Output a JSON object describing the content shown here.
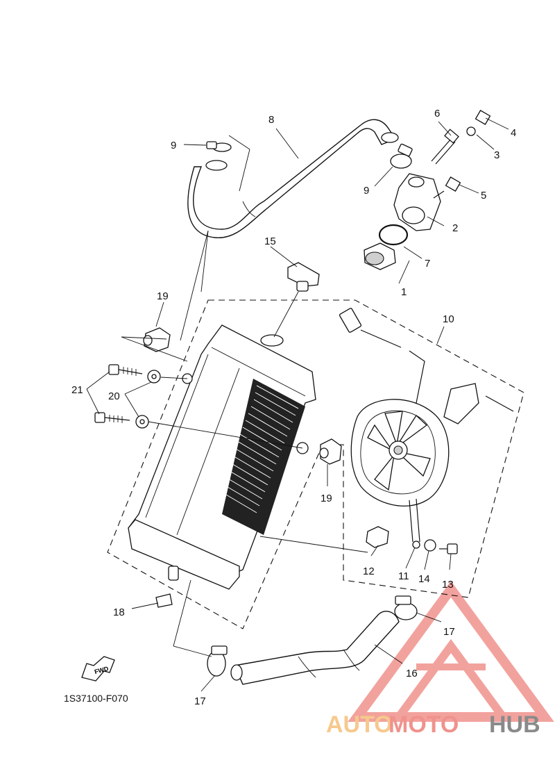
{
  "diagram": {
    "code": "1S37100-F070",
    "fwd_label": "FWD",
    "labels": [
      {
        "id": "label-1",
        "text": "1"
      },
      {
        "id": "label-2",
        "text": "2"
      },
      {
        "id": "label-3",
        "text": "3"
      },
      {
        "id": "label-4",
        "text": "4"
      },
      {
        "id": "label-5",
        "text": "5"
      },
      {
        "id": "label-6",
        "text": "6"
      },
      {
        "id": "label-7",
        "text": "7"
      },
      {
        "id": "label-8",
        "text": "8"
      },
      {
        "id": "label-9a",
        "text": "9"
      },
      {
        "id": "label-9b",
        "text": "9"
      },
      {
        "id": "label-10",
        "text": "10"
      },
      {
        "id": "label-11",
        "text": "11"
      },
      {
        "id": "label-12",
        "text": "12"
      },
      {
        "id": "label-13",
        "text": "13"
      },
      {
        "id": "label-14",
        "text": "14"
      },
      {
        "id": "label-15",
        "text": "15"
      },
      {
        "id": "label-16",
        "text": "16"
      },
      {
        "id": "label-17a",
        "text": "17"
      },
      {
        "id": "label-17b",
        "text": "17"
      },
      {
        "id": "label-18",
        "text": "18"
      },
      {
        "id": "label-19a",
        "text": "19"
      },
      {
        "id": "label-19b",
        "text": "19"
      },
      {
        "id": "label-20",
        "text": "20"
      },
      {
        "id": "label-21",
        "text": "21"
      }
    ]
  },
  "watermark": {
    "part1": "AUTO",
    "part2": "MOTO",
    "part3": "HUB",
    "color_light": "#f6c98d",
    "color_red": "#f0928d",
    "color_grey": "#8a8a8a"
  }
}
